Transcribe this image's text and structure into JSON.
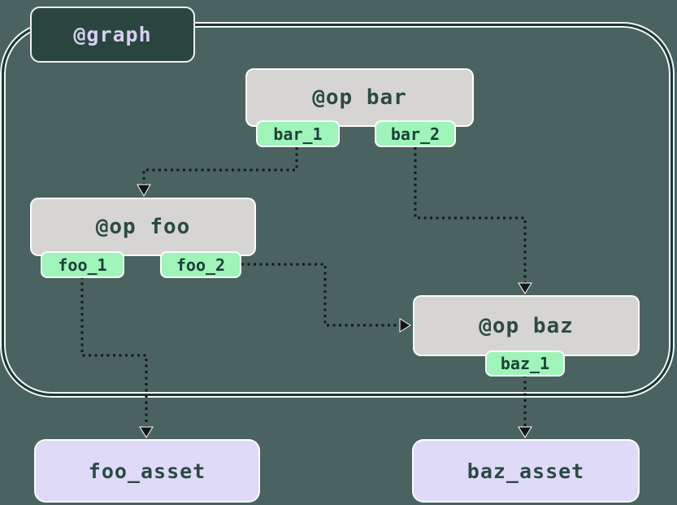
{
  "diagram": {
    "title": "@graph",
    "nodes": {
      "op_bar": {
        "label": "@op bar",
        "outputs": [
          "bar_1",
          "bar_2"
        ]
      },
      "op_foo": {
        "label": "@op foo",
        "outputs": [
          "foo_1",
          "foo_2"
        ]
      },
      "op_baz": {
        "label": "@op baz",
        "outputs": [
          "baz_1"
        ]
      },
      "foo_asset": {
        "label": "foo_asset"
      },
      "baz_asset": {
        "label": "baz_asset"
      }
    },
    "edges": [
      {
        "from": "bar_1",
        "to": "op_foo"
      },
      {
        "from": "bar_2",
        "to": "op_baz"
      },
      {
        "from": "foo_2",
        "to": "op_baz"
      },
      {
        "from": "foo_1",
        "to": "foo_asset"
      },
      {
        "from": "baz_1",
        "to": "baz_asset"
      }
    ],
    "colors": {
      "background": "#4a6360",
      "graph_border": "#1c3a34",
      "graph_label_bg": "#2a453f",
      "graph_label_text": "#d6d0f2",
      "op_bg": "#d7d5d3",
      "op_text": "#2c4a44",
      "output_tag_bg": "#9ef4b9",
      "output_tag_text": "#1d403a",
      "asset_bg": "#dedaf8",
      "asset_text": "#2b4a42",
      "edge": "#161616"
    }
  }
}
